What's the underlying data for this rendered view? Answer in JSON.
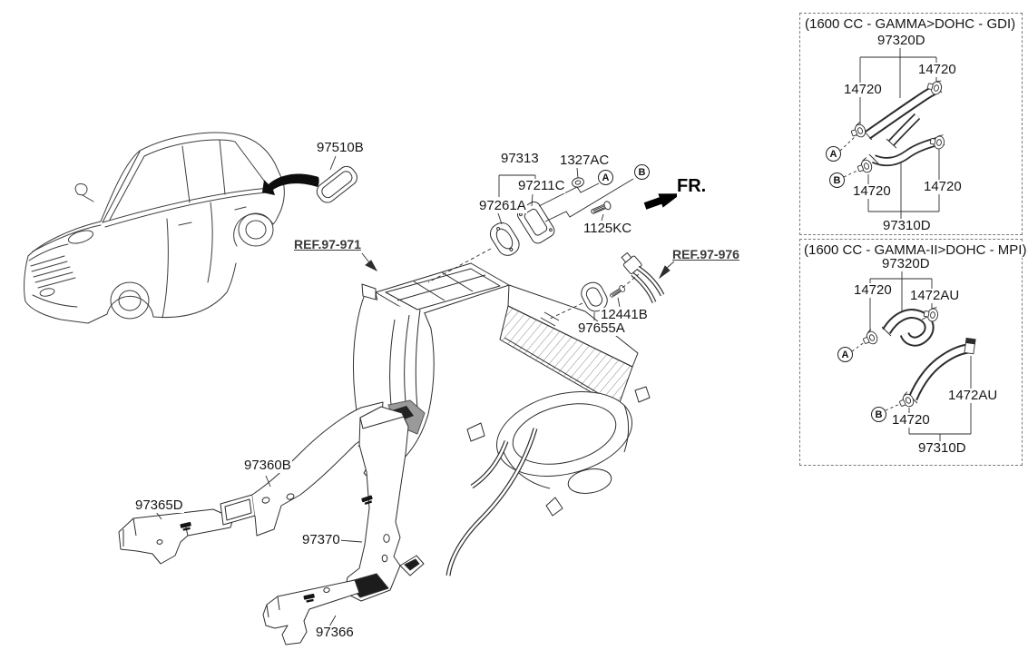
{
  "diagram": {
    "direction_label": "FR.",
    "refs": {
      "heater_unit": "REF.97-971",
      "hose_assembly": "REF.97-976"
    },
    "callouts": {
      "a": "A",
      "b": "B"
    },
    "parts": {
      "rear_vent_grommet": "97510B",
      "duct_assembly": "97313",
      "nut": "1327AC",
      "duct_flange": "97211C",
      "duct_gasket": "97261A",
      "heater_bolt": "1125KC",
      "tube_bolt": "12441B",
      "dash_grommet": "97655A",
      "center_duct": "97360B",
      "rear_heating_duct_a": "97365D",
      "shower_duct": "97370",
      "rear_heating_duct_b": "97366"
    },
    "variant_boxes": [
      {
        "title": "(1600 CC - GAMMA>DOHC - GDI)",
        "inlet_hose": "97320D",
        "outlet_hose": "97310D",
        "clamps": [
          "14720",
          "14720",
          "14720",
          "14720"
        ],
        "callout_a": "A",
        "callout_b": "B"
      },
      {
        "title": "(1600 CC - GAMMA-II>DOHC - MPI)",
        "inlet_hose": "97320D",
        "outlet_hose": "97310D",
        "clamps": [
          "14720",
          "1472AU",
          "14720",
          "1472AU"
        ],
        "callout_a": "A",
        "callout_b": "B"
      }
    ]
  }
}
